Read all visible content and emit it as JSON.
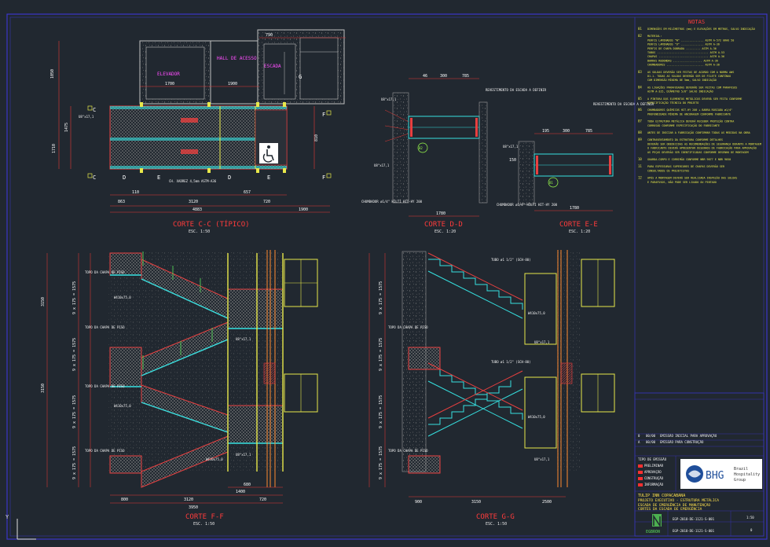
{
  "sheet": {
    "colors": {
      "background": "#212830",
      "border": "#3a36c8",
      "section_title": "#ff3b3b",
      "steel": "#ff3030",
      "wall": "#bfbfbf",
      "stair_line": "#36e0e0",
      "dimension": "#e53935",
      "text": "#ffffff",
      "yellow": "#e8e84a",
      "green": "#54d25a",
      "magenta": "#ff4dff"
    }
  },
  "plan": {
    "labels": {
      "elevador": "ELEVADOR",
      "hall": "HALL DE ACESSO",
      "escada": "ESCADA"
    },
    "marks": [
      "C",
      "C",
      "D",
      "D",
      "E",
      "E",
      "F",
      "F",
      "G"
    ],
    "dims": {
      "top": [
        "790",
        "1700",
        "1900"
      ],
      "bottom": [
        "863",
        "3120",
        "720",
        "1900",
        "4883",
        "110",
        "657"
      ],
      "left": [
        "1050",
        "1475",
        "1710"
      ],
      "right": [
        "810"
      ]
    },
    "profiles": [
      "U8\"x17,1",
      "CH. XADREZ 4,5mm ASTM-A36"
    ],
    "title": "CORTE C-C (TÍPICO)",
    "scale": "ESC. 1:50"
  },
  "section_dd": {
    "title": "CORTE D-D",
    "scale": "ESC. 1:20",
    "marker": "B2",
    "dims": [
      "46",
      "300",
      "785",
      "1780"
    ],
    "notes": [
      "REVESTIMENTO DA ESCADA A DEFINIR",
      "CHUMBADOR ø1/4\" HILTI HIT-HY 200",
      "U8\"x17,1",
      "U8\"x17,1"
    ]
  },
  "section_ee": {
    "title": "CORTE E-E",
    "scale": "ESC. 1:20",
    "marker": "B1",
    "dims": [
      "195",
      "300",
      "785",
      "150",
      "1780"
    ],
    "notes": [
      "REVESTIMENTO DA ESCADA A DEFINIR",
      "CHUMBADOR ø1/4\" HILTI HIT-HY 200",
      "U8\"x17,1"
    ]
  },
  "section_ff": {
    "title": "CORTE F-F",
    "scale": "ESC. 1:50",
    "vdims": [
      "3150",
      "3150",
      "9 x 175 = 1575",
      "9 x 175 = 1575",
      "9 x 175 = 1575",
      "9 x 175 = 1575"
    ],
    "hdims": [
      "800",
      "3120",
      "720",
      "3950",
      "680",
      "1400"
    ],
    "notes": [
      "TOPO DA CHAPA DE PISO",
      "TOPO DA CHAPA DE PISO",
      "TOPO DA CHAPA DE PISO",
      "TOPO DA CHAPA DE PISO",
      "W410x75,0",
      "W410x75,0",
      "W410x75,0",
      "U8\"x17,1",
      "U8\"x17,1"
    ]
  },
  "section_gg": {
    "title": "CORTE G-G",
    "scale": "ESC. 1:50",
    "vdims": [
      "9 x 175 = 1575",
      "9 x 175 = 1575",
      "9 x 175 = 1575",
      "9 x 175 = 1575"
    ],
    "hdims": [
      "900",
      "3150",
      "2500"
    ],
    "notes": [
      "TUBO ø1 1/2\" (SCH-80)",
      "TUBO ø1 1/2\" (SCH-80)",
      "TOPO DA CHAPA DE PISO",
      "TOPO DA CHAPA DE PISO",
      "W410x75,0",
      "W410x75,0",
      "U8\"x17,1",
      "U8\"x17,1"
    ]
  },
  "notes_panel": {
    "title": "NOTAS",
    "items": [
      {
        "num": "01",
        "lines": [
          "DIMENSÕES EM MILÍMETROS (mm) E ELEVAÇÕES EM METROS, SALVO INDICAÇÃO"
        ]
      },
      {
        "num": "02",
        "lines": [
          "MATERIAL:",
          "PERFIS LAMINADOS \"W\" .............. ASTM A-572 GRAU 50",
          "PERFIS LAMINADOS \"U\" .............. ASTM A-36",
          "PERFIS DE CHAPA DOBRADA ......... ASTM A-36",
          "TUBOS ................................ ASTM A-53",
          "CHAPAS ............................... ASTM A-36",
          "BARRAS REDONDAS .................. ASTM A-36",
          "CHUMBADORES ....................... ASTM A-36"
        ]
      },
      {
        "num": "03",
        "lines": [
          "AS SOLDAS DEVERÃO SER FEITAS DE ACORDO COM A NORMA AWS",
          "D1.1. TODAS AS SOLDAS DEVERÃO SER DE FILETE CONTÍNUO",
          "COM DIMENSÃO MÍNIMA DE 5mm, SALVO INDICAÇÃO"
        ]
      },
      {
        "num": "04",
        "lines": [
          "AS LIGAÇÕES PARAFUSADAS DEVERÃO SER FEITAS COM PARAFUSOS",
          "ASTM A-325, DIÂMETRO 5/8\" SALVO INDICAÇÃO"
        ]
      },
      {
        "num": "05",
        "lines": [
          "A PINTURA DOS ELEMENTOS METÁLICOS DEVERÁ SER FEITA CONFORME",
          "ESPECIFICAÇÃO TÉCNICA DO PROJETO"
        ]
      },
      {
        "num": "06",
        "lines": [
          "CHUMBADORES QUÍMICOS HIT-HY 200 + BARRA ROSCADA ø1/4\"",
          "PROFUNDIDADE MÍNIMA DE ANCORAGEM CONFORME FABRICANTE"
        ]
      },
      {
        "num": "07",
        "lines": [
          "TODA ESTRUTURA METÁLICA DEVERÁ RECEBER PROTEÇÃO CONTRA",
          "CORROSÃO CONFORME ESPECIFICAÇÃO DO FABRICANTE"
        ]
      },
      {
        "num": "08",
        "lines": [
          "ANTES DE INICIAR A FABRICAÇÃO CONFIRMAR TODAS AS MEDIDAS NA OBRA"
        ]
      },
      {
        "num": "09",
        "lines": [
          "CONTRAVENTAMENTO DA ESTRUTURA CONFORME DETALHES",
          "DEVERÃO SER OBEDECIDAS AS RECOMENDAÇÕES DE SEGURANÇA DURANTE A MONTAGEM",
          "O FABRICANTE DEVERÁ APRESENTAR DESENHOS DE FABRICAÇÃO PARA APROVAÇÃO",
          "AS PEÇAS DEVERÃO SER IDENTIFICADAS CONFORME DESENHO DE MONTAGEM"
        ]
      },
      {
        "num": "10",
        "lines": [
          "GUARDA-CORPO E CORRIMÃO CONFORME NBR 9077 E NBR 9050"
        ]
      },
      {
        "num": "11",
        "lines": [
          "PARA ESPESSURAS SUPERIORES DE CHAPAS DEVERÃO SER",
          "CONSULTADOS OS PROJETISTAS"
        ]
      },
      {
        "num": "12",
        "lines": [
          "APÓS A MONTAGEM DEVERÁ SER REALIZADA INSPEÇÃO DAS SOLDAS",
          "E PARAFUSOS, NÃO PODE SER LIXADO OU PINTADO"
        ]
      }
    ]
  },
  "title_block": {
    "revisions": [
      {
        "rev": "0",
        "date": "00/00",
        "desc": "EMISSÃO INICIAL PARA APROVAÇÃO"
      },
      {
        "rev": "A",
        "date": "00/00",
        "desc": "EMISSÃO PARA CONSTRUÇÃO"
      }
    ],
    "emission_types": [
      "TIPO DE EMISSÃO",
      "PRELIMINAR",
      "APROVAÇÃO",
      "CONSTRUÇÃO",
      "INFORMAÇÃO"
    ],
    "logo": {
      "mark": "BHG",
      "line1": "Brazil",
      "line2": "Hospitality",
      "line3": "Group"
    },
    "client": "TULIP INN COPACABANA",
    "project_lines": [
      "PROJETO EXECUTIVO - ESTRUTURA METÁLICA",
      "ESCADA DE EMERGÊNCIA DE MANUTENÇÃO",
      "CORTES DA ESCADA DE EMERGÊNCIA"
    ],
    "drawing_no": "EGP-2018-DE-1121-S-001",
    "drawing_no_client": "EGP-2018-DE-1121-S-001",
    "scale_value": "1:50",
    "revision_value": "0",
    "company": "EGBRON"
  },
  "ui": {
    "viewcube": "Y"
  }
}
